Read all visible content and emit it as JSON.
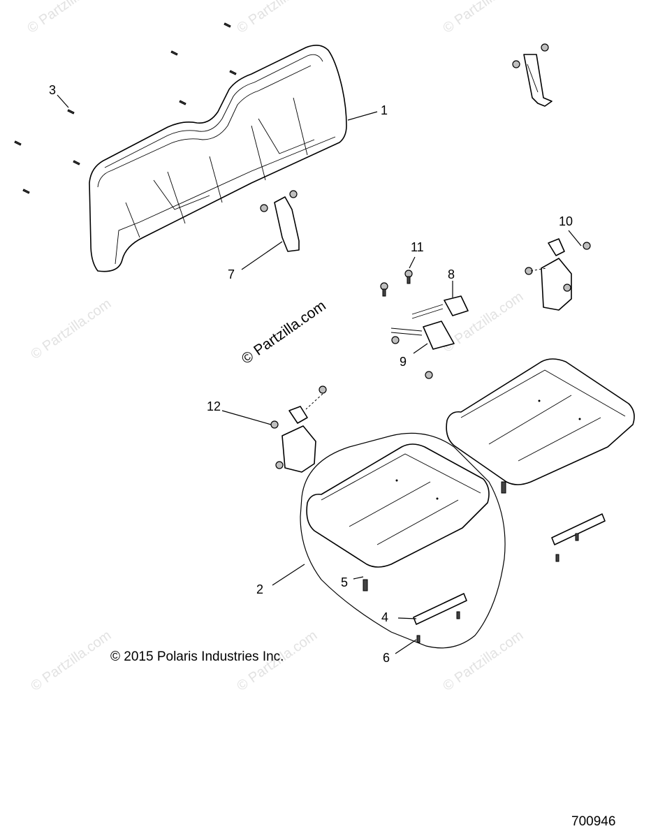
{
  "callouts": {
    "c1": "1",
    "c2": "2",
    "c3": "3",
    "c4": "4",
    "c5": "5",
    "c6": "6",
    "c7": "7",
    "c8": "8",
    "c9": "9",
    "c10": "10",
    "c11": "11",
    "c12": "12"
  },
  "copyright": "© 2015 Polaris Industries Inc.",
  "drawing_number": "700946",
  "watermark": "© Partzilla.com",
  "watermark_center": "© Partzilla.com"
}
